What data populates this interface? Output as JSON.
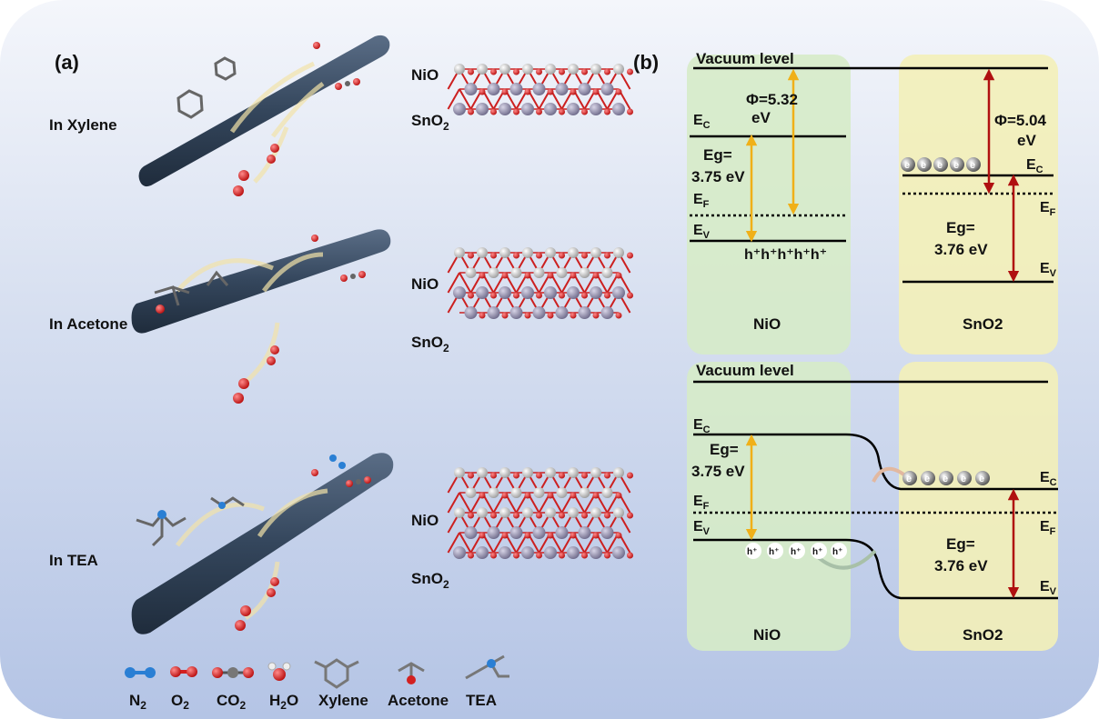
{
  "panel_a": {
    "label": "(a)",
    "rows": [
      {
        "condition": "In Xylene",
        "top_material": "NiO",
        "bottom_material": "SnO",
        "bottom_sub": "2"
      },
      {
        "condition": "In Acetone",
        "top_material": "NiO",
        "bottom_material": "SnO",
        "bottom_sub": "2"
      },
      {
        "condition": "In TEA",
        "top_material": "NiO",
        "bottom_material": "SnO",
        "bottom_sub": "2"
      }
    ],
    "legend": [
      {
        "main": "N",
        "sub": "2"
      },
      {
        "main": "O",
        "sub": "2"
      },
      {
        "main": "CO",
        "sub": "2"
      },
      {
        "main": "H",
        "sub": "2",
        "tail": "O"
      },
      {
        "main": "Xylene",
        "sub": "",
        "tail": ""
      },
      {
        "main": "Acetone",
        "sub": "",
        "tail": ""
      },
      {
        "main": "TEA",
        "sub": "",
        "tail": ""
      }
    ],
    "colors": {
      "nanorod": "#3b4d63",
      "oxygen": "#d32020",
      "tin": "#8a86a4",
      "nickel": "#c8c8c8",
      "carbon": "#6e6e6e",
      "nitrogen": "#2a7fd4"
    }
  },
  "panel_b": {
    "label": "(b)",
    "top": {
      "vacuum_label": "Vacuum level",
      "nio_phi": "Φ=5.32",
      "nio_phi_unit": "eV",
      "sno2_phi": "Φ=5.04",
      "sno2_phi_unit": "eV",
      "nio_eg_line1": "Eg=",
      "nio_eg_line2": "3.75 eV",
      "sno2_eg_line1": "Eg=",
      "sno2_eg_line2": "3.76 eV",
      "ec_label": "E",
      "ec_sub": "C",
      "ef_label": "E",
      "ef_sub": "F",
      "ev_label": "E",
      "ev_sub": "V",
      "holes": "h⁺h⁺h⁺h⁺h⁺",
      "electron_symbol": "e",
      "nio_name": "NiO",
      "sno2_name": "SnO2"
    },
    "bottom": {
      "vacuum_label": "Vacuum level",
      "nio_eg_line1": "Eg=",
      "nio_eg_line2": "3.75 eV",
      "sno2_eg_line1": "Eg=",
      "sno2_eg_line2": "3.76 eV",
      "ec_label": "E",
      "ec_sub": "C",
      "ef_label": "E",
      "ef_sub": "F",
      "ev_label": "E",
      "ev_sub": "V",
      "hole_symbol": "h⁺",
      "electron_symbol": "e",
      "nio_name": "NiO",
      "sno2_name": "SnO2"
    },
    "colors": {
      "nio_region": "#d6ebc8",
      "sno2_region": "#f3efb8",
      "nio_arrow": "#f0b018",
      "sno2_arrow": "#b01010"
    }
  }
}
